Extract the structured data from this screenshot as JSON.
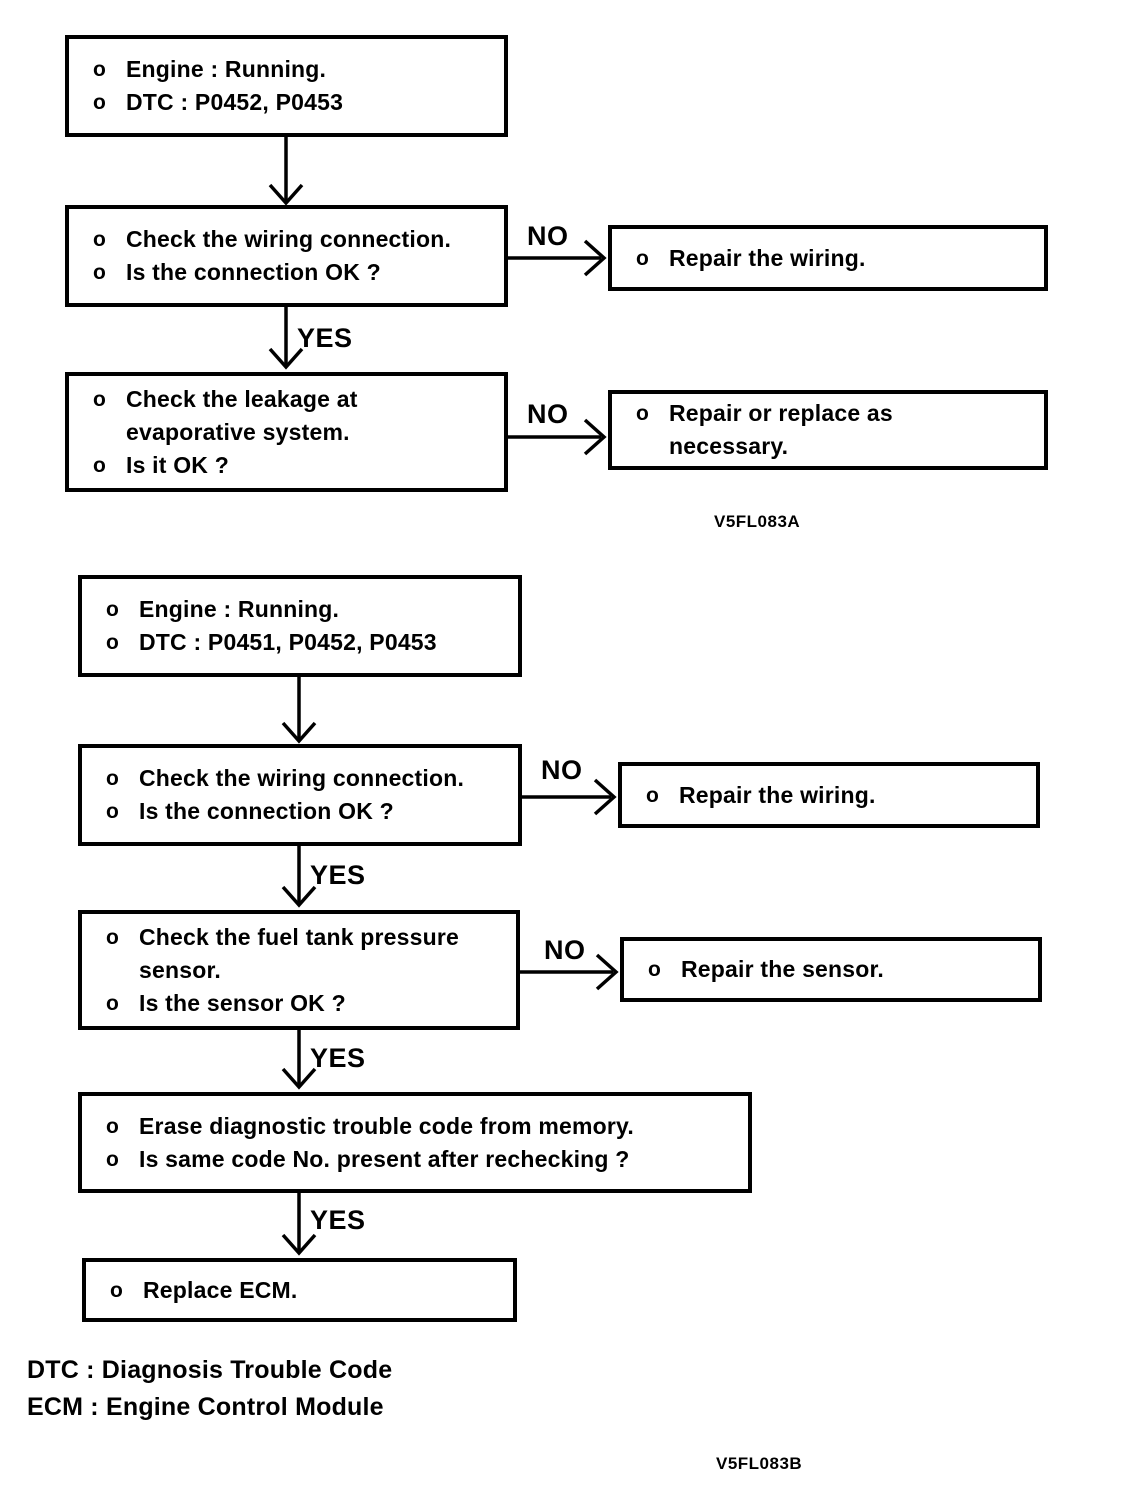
{
  "bullet": "o",
  "labels": {
    "yes": "YES",
    "no": "NO"
  },
  "colors": {
    "ink": "#000000",
    "paper": "#ffffff"
  },
  "charts": [
    {
      "caption": "V5FL083A",
      "nodes": {
        "start": {
          "items": [
            "Engine : Running.",
            "DTC : P0452, P0453"
          ]
        },
        "check_wiring": {
          "items": [
            "Check the wiring connection.",
            "Is the connection OK ?"
          ]
        },
        "repair_wiring": {
          "items": [
            "Repair the wiring."
          ]
        },
        "check_leakage": {
          "items": [
            "Check the leakage at\nevaporative system.",
            "Is it OK ?"
          ]
        },
        "repair_replace": {
          "items": [
            "Repair or replace as\nnecessary."
          ]
        }
      }
    },
    {
      "caption": "V5FL083B",
      "nodes": {
        "start": {
          "items": [
            "Engine : Running.",
            "DTC : P0451, P0452, P0453"
          ]
        },
        "check_wiring": {
          "items": [
            "Check the wiring connection.",
            "Is the connection OK ?"
          ]
        },
        "repair_wiring": {
          "items": [
            "Repair the wiring."
          ]
        },
        "check_sensor": {
          "items": [
            "Check the fuel tank pressure\nsensor.",
            "Is the sensor OK ?"
          ]
        },
        "repair_sensor": {
          "items": [
            "Repair the sensor."
          ]
        },
        "erase_dtc": {
          "items": [
            "Erase diagnostic trouble code from memory.",
            "Is same code No. present after rechecking ?"
          ]
        },
        "replace_ecm": {
          "items": [
            "Replace ECM."
          ]
        }
      }
    }
  ],
  "footer": {
    "lines": [
      "DTC : Diagnosis Trouble Code",
      "ECM : Engine Control Module"
    ]
  }
}
